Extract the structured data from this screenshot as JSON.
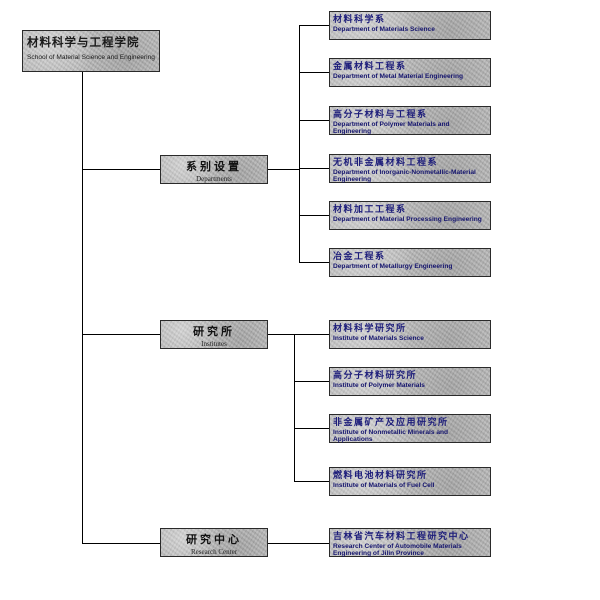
{
  "root": {
    "zh": "材料科学与工程学院",
    "en": "School of Material Science and Engineering"
  },
  "categories": [
    {
      "zh": "系别设置",
      "en": "Departments",
      "children": [
        {
          "zh": "材料科学系",
          "en": "Department of Materials Science"
        },
        {
          "zh": "金属材料工程系",
          "en": "Department of Metal Material Engineering"
        },
        {
          "zh": "高分子材料与工程系",
          "en": "Department of Polymer Materials and Engineering"
        },
        {
          "zh": "无机非金属材料工程系",
          "en": "Department of Inorganic-Nonmetallic-Material Engineering"
        },
        {
          "zh": "材料加工工程系",
          "en": "Department of Material Processing Engineering"
        },
        {
          "zh": "冶金工程系",
          "en": "Department of Metallurgy Engineering"
        }
      ]
    },
    {
      "zh": "研究所",
      "en": "Institutes",
      "children": [
        {
          "zh": "材料科学研究所",
          "en": "Institute of Materials Science"
        },
        {
          "zh": "高分子材料研究所",
          "en": "Institute of Polymer Materials"
        },
        {
          "zh": "非金属矿产及应用研究所",
          "en": "Institute of Nonmetallic Minerals and Applications"
        },
        {
          "zh": "燃料电池材料研究所",
          "en": "Institute of Materials of Fuel Cell"
        }
      ]
    },
    {
      "zh": "研究中心",
      "en": "Research Center",
      "children": [
        {
          "zh": "吉林省汽车材料工程研究中心",
          "en": "Research Center of Automobile Materials Engineering of Jilin Province"
        }
      ]
    }
  ]
}
